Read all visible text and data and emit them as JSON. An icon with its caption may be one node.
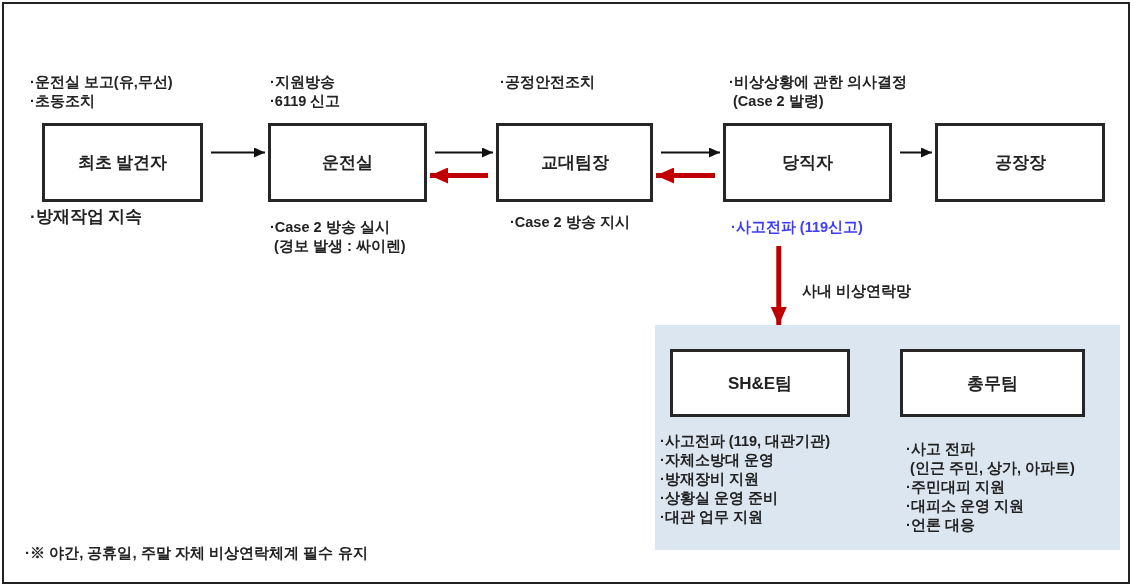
{
  "diagram": {
    "nodes": [
      {
        "text": [
          "최초 발견자"
        ],
        "beside": [
          "·운전실 보고(유,무선)",
          "·초동조치",
          "·방재작업 지속"
        ]
      },
      {
        "text": [
          "운전실"
        ],
        "beside": [
          "·지원방송",
          "·6119 신고",
          "·Case 2 방송 실시 (경보 발생 : 싸이렌)"
        ]
      },
      {
        "text": [
          "교대팀장"
        ],
        "beside": [
          "·공정안전조치",
          "·Case 2 방송 지시"
        ]
      },
      {
        "text": [
          "당직자"
        ],
        "beside": [
          "·비상상황에 관한 의사결정 (Case 2 발령)",
          "·사고전파 (119신고)"
        ]
      },
      {
        "text": [
          "공장장"
        ]
      },
      {
        "text": [],
        "shape": "box"
      },
      {
        "text": [
          "SH&E팀"
        ],
        "in": 5,
        "beside": [
          "·사고전파 (119, 대관기관)",
          "·자체소방대 운영",
          "·방재장비 지원",
          "·상황실 운영 준비",
          "·대관 업무 지원"
        ]
      },
      {
        "text": [
          "총무팀"
        ],
        "in": 5,
        "beside": [
          "·사고 전파 (인근 주민, 상가, 아파트)",
          "·주민대피 지원",
          "·대피소 운영 지원",
          "·언론 대응"
        ]
      }
    ],
    "edges": [
      {
        "from": 0,
        "to": 1,
        "arrow": "to"
      },
      {
        "from": 1,
        "to": 2,
        "arrow": "to"
      },
      {
        "from": 2,
        "to": 1,
        "arrow": "to",
        "style": "thick",
        "color": "#c00000"
      },
      {
        "from": 2,
        "to": 3,
        "arrow": "to"
      },
      {
        "from": 3,
        "to": 2,
        "arrow": "to",
        "style": "thick",
        "color": "#c00000"
      },
      {
        "from": 3,
        "to": 4,
        "arrow": "to"
      },
      {
        "from": 3,
        "to": 5,
        "arrow": "to",
        "style": "thick",
        "color": "#c00000",
        "label": "사내 비상연락망"
      }
    ],
    "labels": [
      "·※ 야간, 공휴일, 주말 자체 비상연락체계 필수 유지"
    ]
  }
}
